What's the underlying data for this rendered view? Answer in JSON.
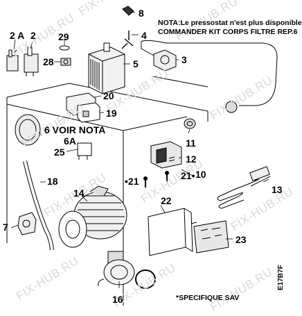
{
  "notes": {
    "line1": "NOTA:Le pressostat n'est plus disponible",
    "line2": "COMMANDER KIT CORPS FILTRE REP.6"
  },
  "callouts": {
    "c2a": "2 A",
    "c2": "2",
    "c29": "29",
    "c28": "28",
    "c8": "8",
    "c4": "4",
    "c3": "3",
    "c5": "5",
    "c20": "20",
    "c19": "19",
    "c6voir": "6 VOIR NOTA",
    "c6a": "6A",
    "c25": "25",
    "c11": "11",
    "c12": "12",
    "c21a": "•21",
    "c21b": "21•",
    "c10": "10",
    "c13": "13",
    "c18": "18",
    "c14": "14",
    "c22": "22",
    "c7": "7",
    "c23": "23",
    "c16": "16"
  },
  "footer": "*SPECIFIQUE SAV",
  "side_code": "E17B7F",
  "watermark": "FIX-HUB.RU"
}
